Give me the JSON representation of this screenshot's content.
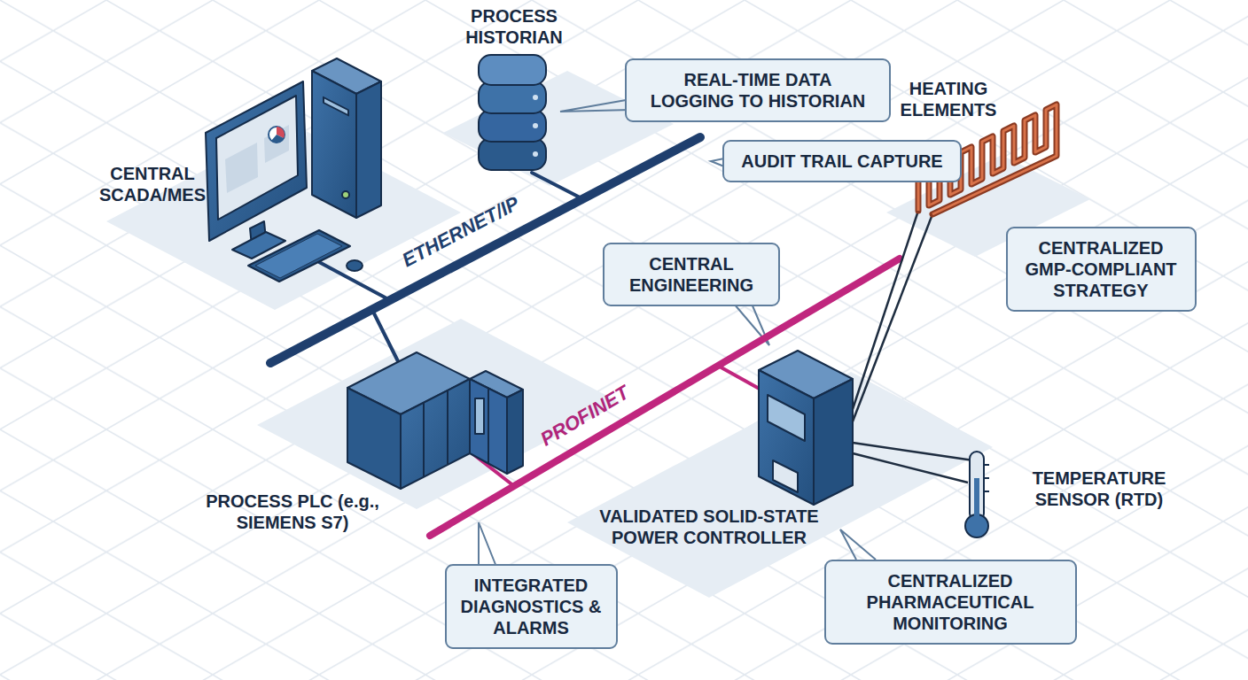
{
  "diagram": {
    "nodes": [
      {
        "text": [
          "REAL-TIME DATA LOGGING TO HISTORIAN"
        ]
      },
      {
        "text": [
          "AUDIT TRAIL CAPTURE"
        ]
      },
      {
        "text": [
          "CENTRAL ENGINEERING"
        ]
      },
      {
        "text": [
          "CENTRALIZED GMP-COMPLIANT STRATEGY"
        ]
      },
      {
        "text": [
          "INTEGRATED DIAGNOSTICS & ALARMS"
        ]
      },
      {
        "text": [
          "CENTRALIZED PHARMACEUTICAL MONITORING"
        ]
      }
    ],
    "labels": [
      "CENTRAL SCADA/MES",
      "PROCESS HISTORIAN",
      "ETHERNET/IP",
      "PROFINET",
      "PROCESS PLC (e.g., SIEMENS S7)",
      "HEATING ELEMENTS",
      "TEMPERATURE SENSOR (RTD)",
      "VALIDATED SOLID-STATE POWER CONTROLLER"
    ]
  }
}
